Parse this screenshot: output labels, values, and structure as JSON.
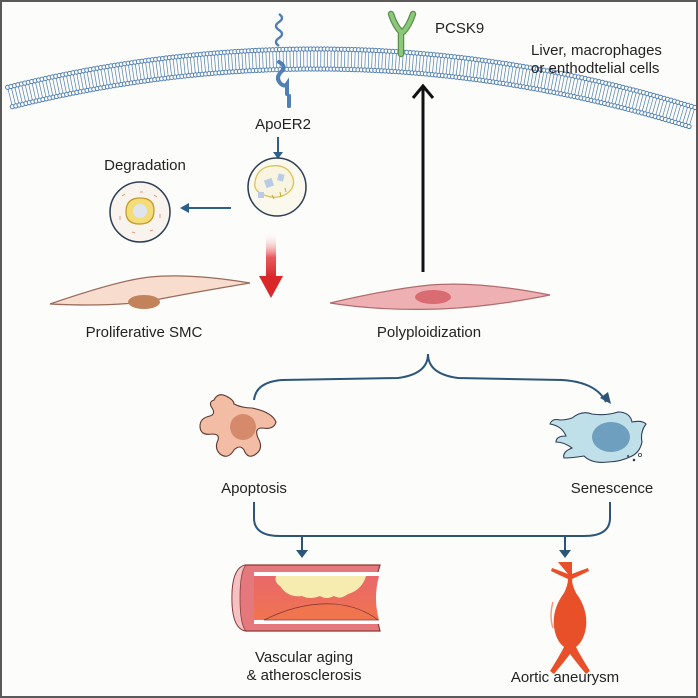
{
  "figure": {
    "title": "PCSK9 and smooth muscle cell fate pathway",
    "colors": {
      "membrane": "#4f7fb3",
      "arrow_blue": "#2c5f8a",
      "bracket": "#2b567a",
      "pcsk9_green": "#8cc87a",
      "red_arrow": "#d9272a",
      "smc_fill": "#f8dccd",
      "smc_nucleus": "#c2825a",
      "poly_fill": "#efb0b3",
      "poly_nucleus": "#d96c72",
      "apoptosis_fill": "#f3bca4",
      "apoptosis_nucleus": "#d68a6c",
      "senescence_fill": "#bfdfe9",
      "senescence_nucleus": "#6f9fbe",
      "aorta": "#e8502a",
      "vessel_wall": "#e5787c",
      "plaque": "#f7ecb0"
    }
  },
  "labels": {
    "pcsk9": "PCSK9",
    "cell_type_line1": "Liver, macrophages",
    "cell_type_line2": "or enthodtelial cells",
    "apoer2": "ApoER2",
    "degradation": "Degradation",
    "proliferative_smc": "Proliferative SMC",
    "polyploidization": "Polyploidization",
    "apoptosis": "Apoptosis",
    "senescence": "Senescence",
    "vascular_line1": "Vascular aging",
    "vascular_line2": "& atherosclerosis",
    "aortic_aneurysm": "Aortic aneurysm"
  }
}
